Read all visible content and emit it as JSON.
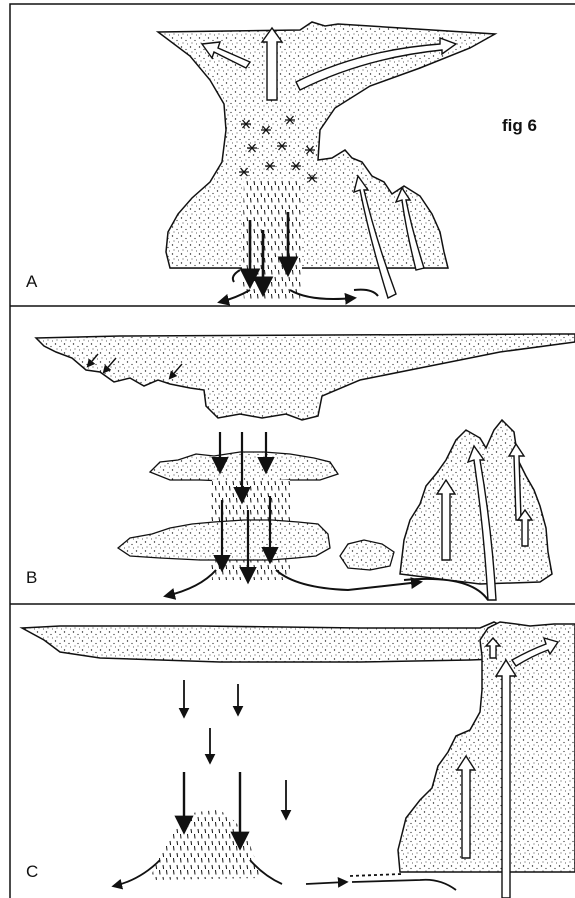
{
  "figure": {
    "title": "fig 6",
    "panels": [
      {
        "label": "A"
      },
      {
        "label": "B"
      },
      {
        "label": "C"
      }
    ]
  },
  "colors": {
    "ink": "#111111",
    "cloud_fill": "#ffffff",
    "stipple": "#222222",
    "background": "#ffffff"
  }
}
